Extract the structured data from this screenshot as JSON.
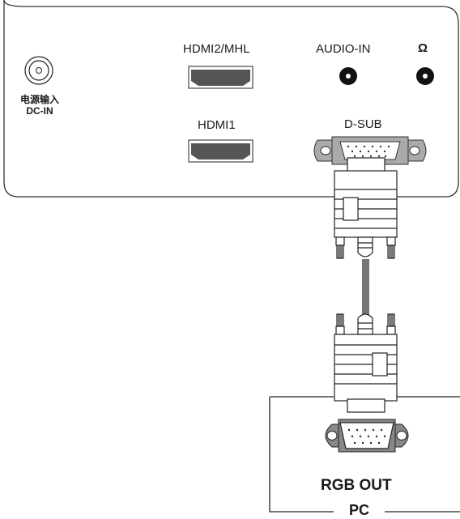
{
  "panel": {
    "dc_in_label_cn": "电源输入",
    "dc_in_label": "DC-IN",
    "hdmi2_label": "HDMI2/MHL",
    "hdmi1_label": "HDMI1",
    "audio_in_label": "AUDIO-IN",
    "headphone_symbol": "Ω",
    "dsub_label": "D-SUB"
  },
  "pc": {
    "rgb_out_label": "RGB OUT",
    "pc_label": "PC"
  },
  "icons": [
    "dc-in-jack-icon",
    "hdmi-port-icon",
    "audio-jack-icon",
    "headphone-jack-icon",
    "vga-port-icon",
    "vga-cable-plug-icon"
  ]
}
